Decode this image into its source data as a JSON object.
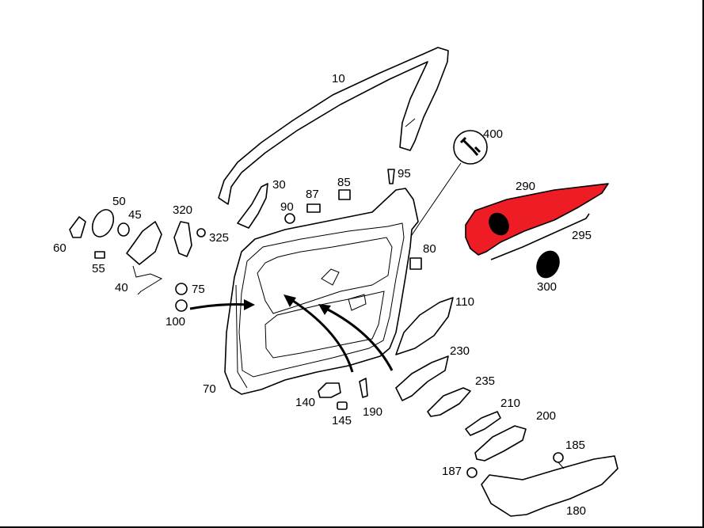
{
  "diagram": {
    "highlight_color": "#ee1c25",
    "labels": {
      "p10": "10",
      "p30": "30",
      "p40": "40",
      "p45": "45",
      "p50": "50",
      "p55": "55",
      "p60": "60",
      "p70": "70",
      "p75": "75",
      "p80": "80",
      "p85": "85",
      "p87": "87",
      "p90": "90",
      "p95": "95",
      "p100": "100",
      "p110": "110",
      "p140": "140",
      "p145": "145",
      "p180": "180",
      "p185": "185",
      "p187": "187",
      "p190": "190",
      "p200": "200",
      "p210": "210",
      "p230": "230",
      "p235": "235",
      "p290": "290",
      "p295": "295",
      "p300": "300",
      "p320": "320",
      "p325": "325",
      "p400": "400"
    }
  }
}
